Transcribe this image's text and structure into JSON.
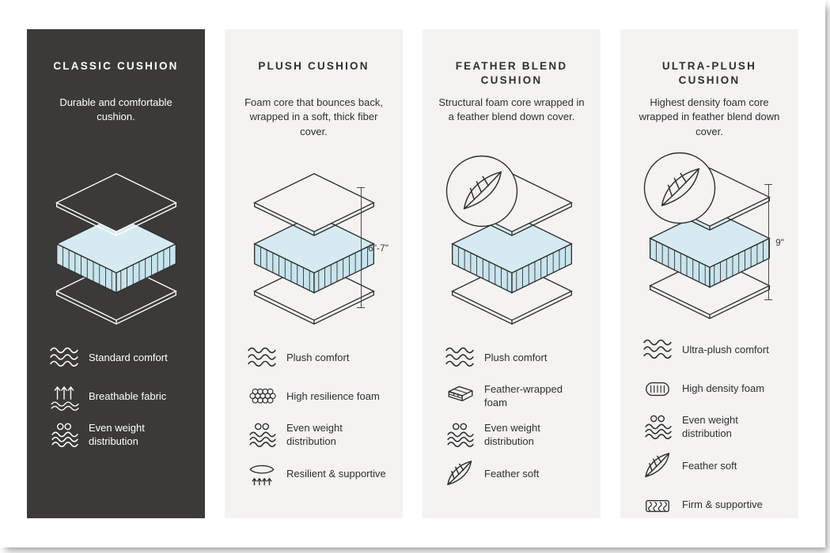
{
  "colors": {
    "dark_card_bg": "#3b3a38",
    "light_card_bg": "#f4f3f1",
    "foam_fill": "#d5ebf1",
    "ink": "#2f2f2f"
  },
  "cards": [
    {
      "title": "CLASSIC CUSHION",
      "description": "Durable and comfortable cushion.",
      "theme": "dark",
      "features": [
        {
          "icon": "waves-icon",
          "label": "Standard comfort"
        },
        {
          "icon": "breathable-icon",
          "label": "Breathable fabric"
        },
        {
          "icon": "even-weight-icon",
          "label": "Even weight distribution"
        }
      ]
    },
    {
      "title": "PLUSH CUSHION",
      "description": "Foam core that bounces back, wrapped in a soft, thick fiber cover.",
      "theme": "light",
      "dimension": "6\"-7\"",
      "features": [
        {
          "icon": "waves-icon",
          "label": "Plush comfort"
        },
        {
          "icon": "resilience-foam-icon",
          "label": "High resilience foam"
        },
        {
          "icon": "even-weight-icon",
          "label": "Even weight distribution"
        },
        {
          "icon": "resilient-supportive-icon",
          "label": "Resilient & supportive"
        }
      ]
    },
    {
      "title": "FEATHER BLEND CUSHION",
      "description": "Structural foam core wrapped in a feather blend down cover.",
      "theme": "light",
      "badge": "feather",
      "features": [
        {
          "icon": "waves-icon",
          "label": "Plush comfort"
        },
        {
          "icon": "feather-wrapped-icon",
          "label": "Feather-wrapped foam"
        },
        {
          "icon": "even-weight-icon",
          "label": "Even weight distribution"
        },
        {
          "icon": "feather-icon",
          "label": "Feather soft"
        }
      ]
    },
    {
      "title": "ULTRA-PLUSH CUSHION",
      "description": "Highest density foam core wrapped in feather blend down cover.",
      "theme": "light",
      "badge": "feather",
      "dimension": "9\"",
      "features": [
        {
          "icon": "waves-icon",
          "label": "Ultra-plush comfort"
        },
        {
          "icon": "high-density-icon",
          "label": "High density foam"
        },
        {
          "icon": "even-weight-icon",
          "label": "Even weight distribution"
        },
        {
          "icon": "feather-icon",
          "label": "Feather soft"
        },
        {
          "icon": "firm-supportive-icon",
          "label": "Firm & supportive"
        }
      ]
    }
  ]
}
